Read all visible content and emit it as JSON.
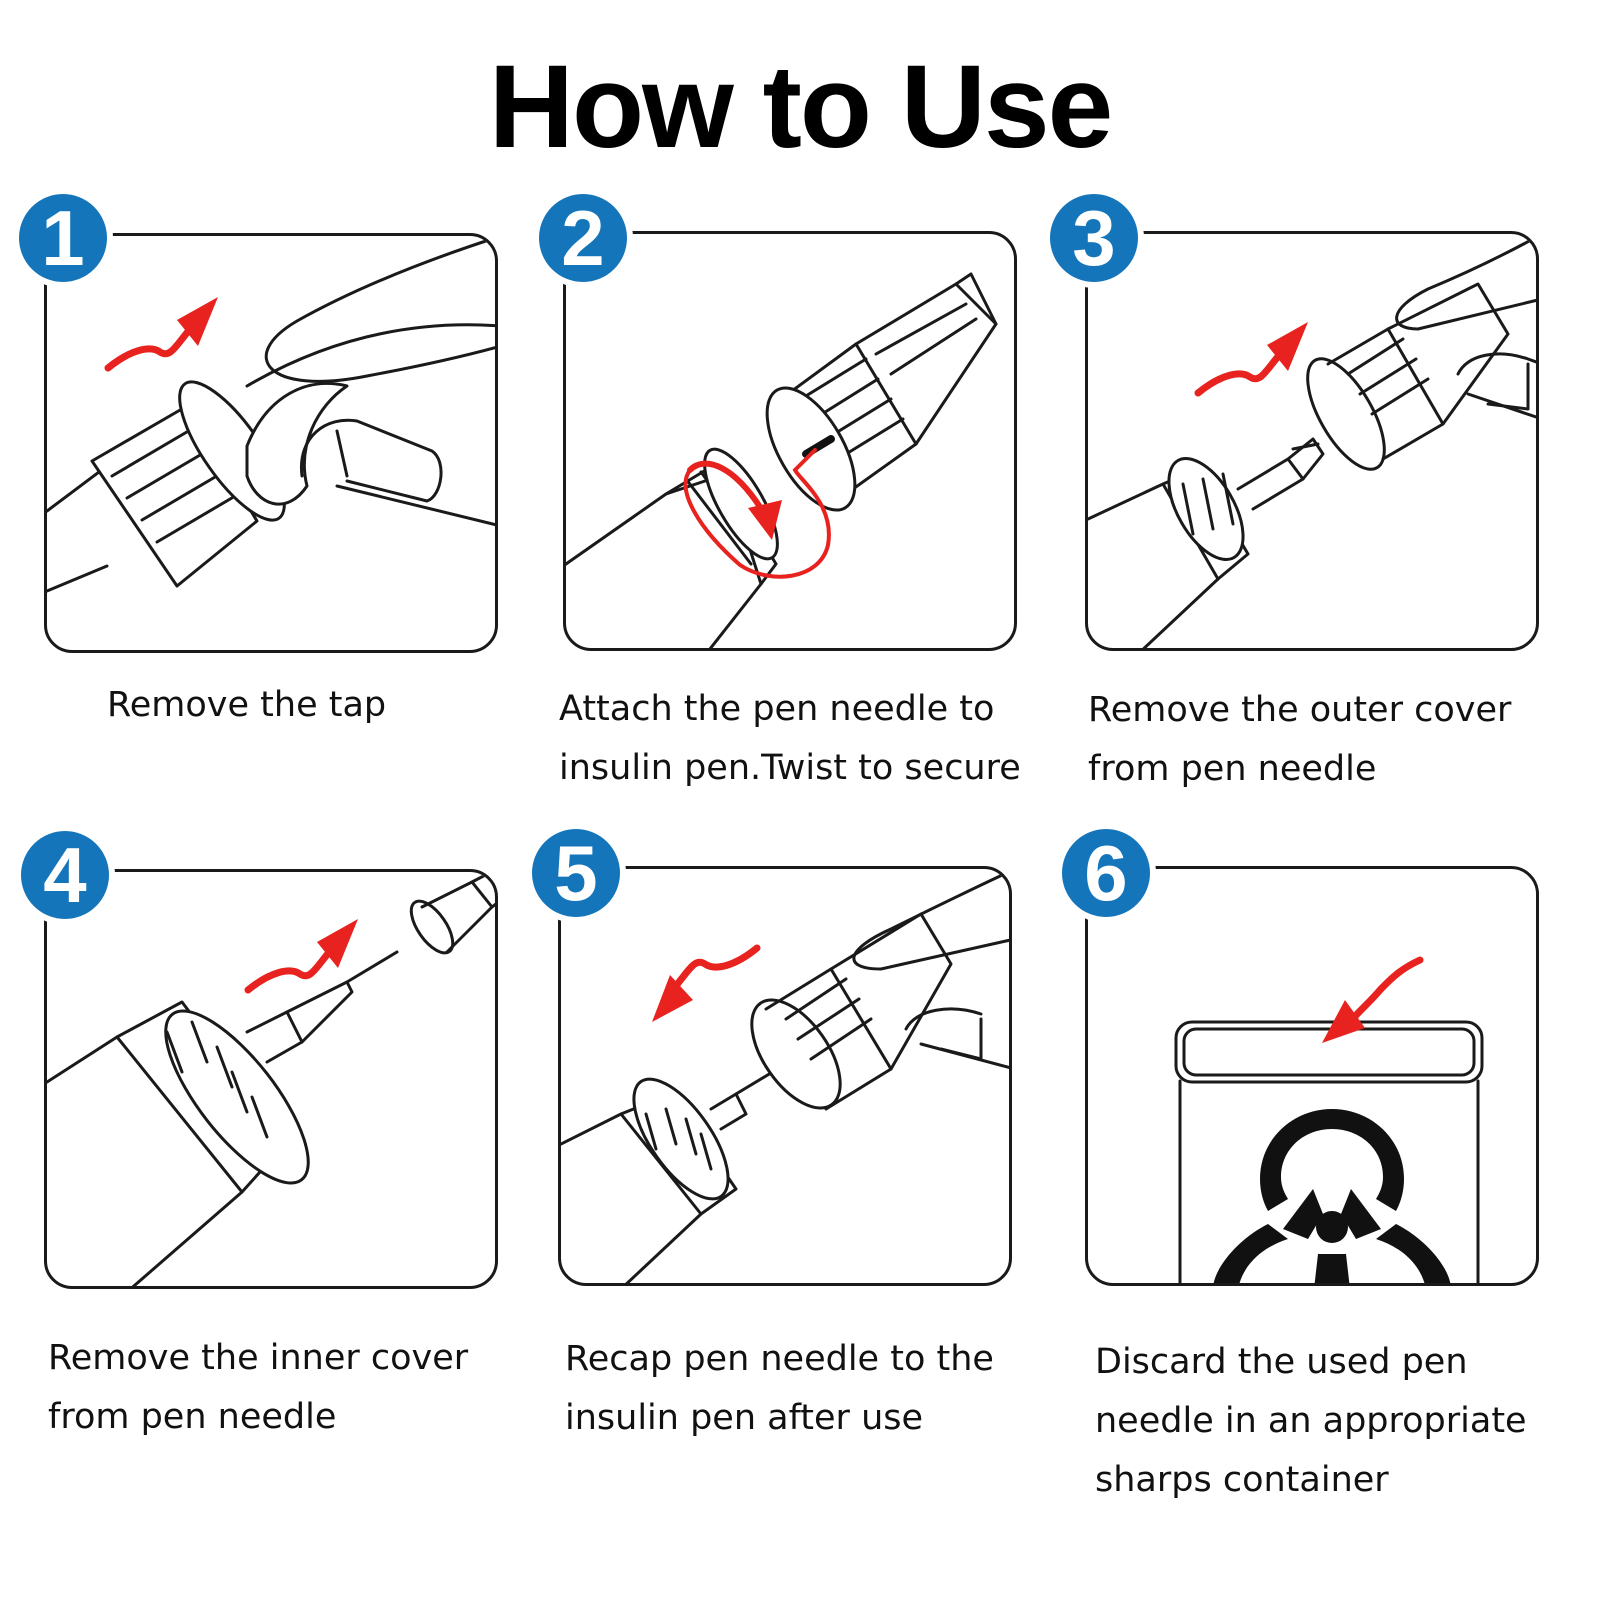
{
  "title": "How to Use",
  "colors": {
    "badge": "#1475ba",
    "arrow": "#e8231f",
    "outline": "#1a1a1a"
  },
  "steps": [
    {
      "number": "1",
      "icon": "remove-cap-icon",
      "caption": [
        "Remove the tap"
      ]
    },
    {
      "number": "2",
      "icon": "attach-needle-icon",
      "caption": [
        "Attach the pen needle to",
        "insulin pen.Twist to secure"
      ]
    },
    {
      "number": "3",
      "icon": "remove-outer-cover-icon",
      "caption": [
        "Remove the outer cover",
        "from pen needle"
      ]
    },
    {
      "number": "4",
      "icon": "remove-inner-cover-icon",
      "caption": [
        "Remove the inner cover",
        "from pen needle"
      ]
    },
    {
      "number": "5",
      "icon": "recap-needle-icon",
      "caption": [
        "Recap pen needle to the",
        "insulin pen after use"
      ]
    },
    {
      "number": "6",
      "icon": "biohazard-icon",
      "caption": [
        "Discard the used pen",
        "needle in an appropriate",
        "sharps container"
      ]
    }
  ]
}
